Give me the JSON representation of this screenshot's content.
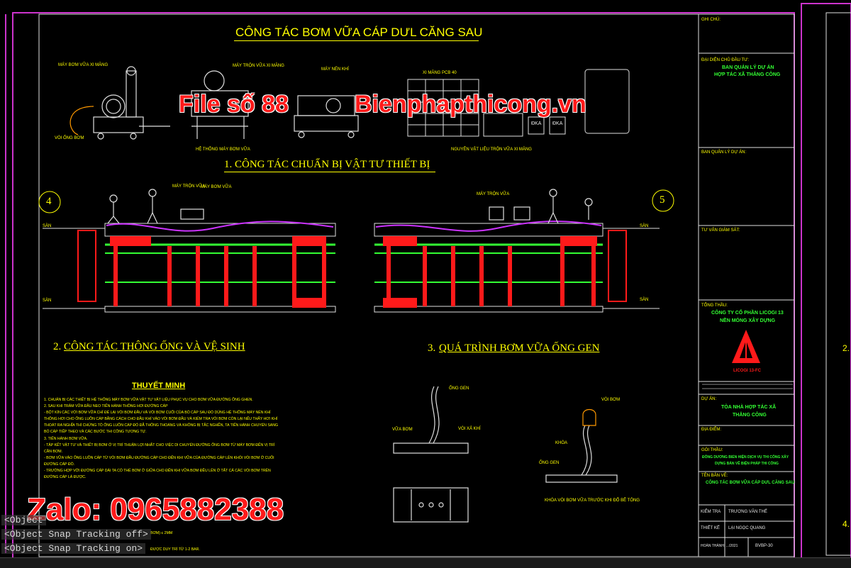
{
  "sheet": {
    "main_title": "CÔNG TÁC BƠM VỮA CÁP DƯL CĂNG SAU",
    "section1": "1. CÔNG TÁC CHUẨN BỊ VẬT TƯ THIẾT BỊ",
    "section2_num": "2.",
    "section2": "CÔNG TÁC THÔNG ỐNG VÀ VỆ SINH",
    "section3_num": "3.",
    "section3": "QUÁ TRÌNH BƠM VỮA ỐNG GEN",
    "axis_left": "4",
    "axis_right": "5",
    "labels": {
      "pump": "MÁY BƠM VỮA XI MĂNG",
      "mixer": "MÁY TRỘN VỮA XI MĂNG",
      "compressor": "MÁY NÉN KHÍ",
      "cement": "XI MĂNG PCB 40",
      "hose": "VÒI ỐNG BƠM",
      "system": "HỆ THỐNG MÁY BƠM VỮA",
      "material": "NGUYÊN VẬT LIỆU TRỘN VỮA XI MĂNG",
      "bag1": "ĐKA",
      "bag2": "ĐKA",
      "worker_l1": "MÁY TRỘN VỮA",
      "worker_l2": "MÁY BƠM VỮA",
      "worker_r1": "MÁY TRỘN VỮA",
      "level_a": "SÀN",
      "level_b": "SÀN",
      "level_c": "SÀN",
      "level_d": "SÀN",
      "detail_a1": "ỐNG GEN",
      "detail_a2": "VÒI XẢ KHÍ",
      "detail_a3": "VỮA BƠM",
      "detail_b1": "VÒI BƠM",
      "detail_b2": "KHÓA",
      "detail_b3": "ỐNG GEN",
      "detail_caption": "KHÓA VÒI BƠM VỮA TRƯỚC KHI ĐỔ BÊ TÔNG"
    },
    "notes_title": "THUYẾT MINH",
    "notes": [
      "1.  CHUẨN BỊ CÁC THIẾT BỊ HỆ THỐNG MÁY BƠM VỮA VẬT TƯ VẬT LIỆU PHỤC VỤ CHO BƠM VỮA ĐƯỜNG ỐNG GHEN.",
      "2.  SAU KHI TRẢM VỮA ĐẦU NEO TIẾN HÀNH THÔNG HƠI ĐƯỜNG CÁP",
      "   - BỘT KÍN CÁC VỚI BƠM VỮA CHỈ ĐỂ LẠI VÒI BƠM ĐẦU VÀ VÒI BƠM CUỐI CỦA BÓ CÁP SAU ĐÓ DÙNG HỆ THỐNG MÁY NÉN KHÍ",
      "   THÔNG HƠI CHO ỐNG LUỒN CÁP BẰNG CÁCH CHO ĐẦU KHÍ VÀO VÒI BƠM ĐẦU VÀ KIỂM TRA VÒI BƠM CÒN LẠI NẾU THẤY HƠI KHÍ",
      "   THOÁT RA NGHĨA THÌ CHỨNG TỎ ỐNG LUỒN CÁP ĐÓ ĐÃ THÔNG THOÁNG VÀ KHÔNG BỊ TẮC NGHẼN, TA TIẾN HÀNH CHUYỂN SANG",
      "   BÓ CÁP TIẾP THEO VÀ CÁC BƯỚC THI CÔNG TƯƠNG TỰ.",
      "3.  TIẾN HÀNH BƠM VỮA.",
      "   - TẬP KẾT VẬT TƯ VÀ THIẾT BỊ BƠM Ở VỊ TRÍ THUẬN LỢI NHẤT CHO VIỆC DI CHUYỂN ĐƯỜNG ỐNG BƠM TỪ MÁY BƠM ĐẾN VỊ TRÍ",
      "   CẦN BƠM.",
      "   - BƠM VỮA VÀO ỐNG LUỒN CÁP TỪ VÒI BƠM ĐẦU ĐƯỜNG CÁP CHO ĐẾN KHI VỮA CỦA ĐƯỜNG CÁP LÊN KHỎI VÒI BƠM Ở CUỐI",
      "   ĐƯỜNG CÁP ĐÓ.",
      "   - TRƯỜNG HỢP VỚI ĐƯỜNG CÁP DÀI TA CÓ THỂ BƠM Ở GIỮA CHO ĐẾN KHI VỮA BƠM ĐỀU LÊN Ở TẤT CẢ CÁC VÒI BƠM TRÊN",
      "   ĐƯỜNG CÁP LÀ ĐƯỢC."
    ],
    "notes_tail_1": "BƠM) ≤ 2MM",
    "notes_tail_2": "ĐƯỢC DUY TRÌ TỪ 1-2 BAR."
  },
  "title_block": {
    "ghi_chu": "GHI CHÚ:",
    "owner_rep_label": "ĐẠI DIỆN CHỦ ĐẦU TƯ:",
    "owner_rep_1": "BAN QUẢN LÝ DỰ ÁN",
    "owner_rep_2": "HỢP TÁC XÃ THĂNG CÔNG",
    "pm_label": "BAN QUẢN LÝ DỰ ÁN:",
    "supervision_label": "TƯ VẤN GIÁM SÁT:",
    "contractor_label": "TỔNG THẦU:",
    "contractor_1": "CÔNG TY CỔ PHẦN LICOGI 13",
    "contractor_2": "NỀN MÓNG XÂY DỰNG",
    "logo_text": "LICOGI 13-FC",
    "project_label": "DỰ ÁN:",
    "project_1": "TÒA NHÀ HỢP TÁC XÃ",
    "project_2": "THĂNG CÔNG",
    "location_label": "ĐỊA ĐIỂM:",
    "scope_label": "GÓI THẦU:",
    "scope_1": "ĐÔNG DƯƠNG BIỂN HIỆN DỊCH VỤ THI CÔNG XÂY",
    "scope_2": "DỰNG BẢN VẼ BIỆN PHÁP THI CÔNG",
    "drawing_label": "TÊN BẢN VẼ:",
    "drawing_name": "CÔNG TÁC BƠM VỮA CÁP DƯL CĂNG SAU",
    "check_label": "KIỂM TRA",
    "check_name": "TRƯƠNG VĂN THẾ",
    "design_label": "THIẾT KẾ",
    "design_name": "LẠI NGỌC QUANG",
    "date_label": "HOÀN THÀNH: .../2021",
    "sheet_no": "BVBP-30"
  },
  "watermark": {
    "file": "File số 88",
    "site": "Bienphapthicong.vn",
    "zalo": "Zalo: 0965882388"
  },
  "command_line": {
    "line1": "<Object",
    "line2": "<Object Snap Tracking off>",
    "line3": "<Object Snap Tracking on>"
  },
  "right_panel": {
    "r1": "2.",
    "r2": "4."
  },
  "colors": {
    "frame": "#cc33cc",
    "title_yellow": "#ffff00",
    "label_green": "#33ff33",
    "column_red": "#ff1a1a",
    "tendon_magenta": "#cc33ff"
  }
}
